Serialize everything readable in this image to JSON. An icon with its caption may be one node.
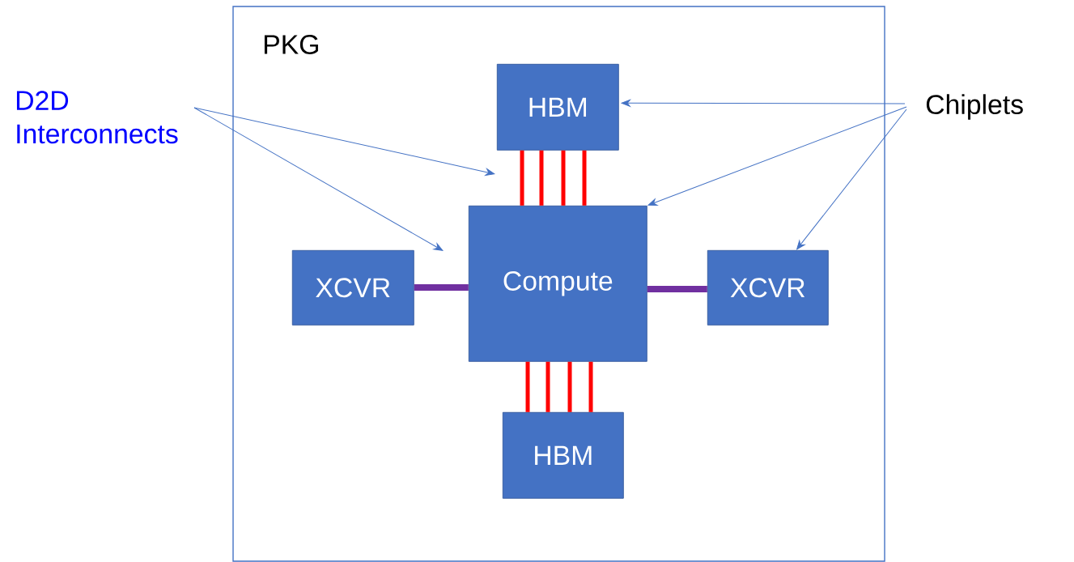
{
  "diagram": {
    "nodes": [
      {
        "text": [
          "PKG"
        ]
      },
      {
        "text": [
          "HBM"
        ],
        "in": 0
      },
      {
        "text": [
          "XCVR"
        ],
        "in": 0
      },
      {
        "text": [
          "Compute"
        ],
        "in": 0
      },
      {
        "text": [
          "XCVR"
        ],
        "in": 0
      },
      {
        "text": [
          "HBM"
        ],
        "in": 0
      },
      {
        "text": [
          "D2D Interconnects"
        ]
      },
      {
        "text": [
          "Chiplets"
        ]
      }
    ],
    "edges": [
      {
        "from": 1,
        "to": 3,
        "arrow": "none",
        "color": "#ff0000"
      },
      {
        "from": 1,
        "to": 3,
        "arrow": "none",
        "color": "#ff0000"
      },
      {
        "from": 1,
        "to": 3,
        "arrow": "none",
        "color": "#ff0000"
      },
      {
        "from": 1,
        "to": 3,
        "arrow": "none",
        "color": "#ff0000"
      },
      {
        "from": 3,
        "to": 5,
        "arrow": "none",
        "color": "#ff0000"
      },
      {
        "from": 3,
        "to": 5,
        "arrow": "none",
        "color": "#ff0000"
      },
      {
        "from": 3,
        "to": 5,
        "arrow": "none",
        "color": "#ff0000"
      },
      {
        "from": 3,
        "to": 5,
        "arrow": "none",
        "color": "#ff0000"
      },
      {
        "from": 2,
        "to": 3,
        "arrow": "none",
        "color": "#7030a0"
      },
      {
        "from": 3,
        "to": 4,
        "arrow": "none",
        "color": "#7030a0"
      },
      {
        "from": 6,
        "to": null,
        "arrow": "to",
        "color": "#4472c4"
      },
      {
        "from": 6,
        "to": null,
        "arrow": "to",
        "color": "#4472c4"
      },
      {
        "from": 7,
        "to": 1,
        "arrow": "to",
        "color": "#4472c4"
      },
      {
        "from": 7,
        "to": 3,
        "arrow": "to",
        "color": "#4472c4"
      },
      {
        "from": 7,
        "to": 4,
        "arrow": "to",
        "color": "#4472c4"
      }
    ]
  }
}
